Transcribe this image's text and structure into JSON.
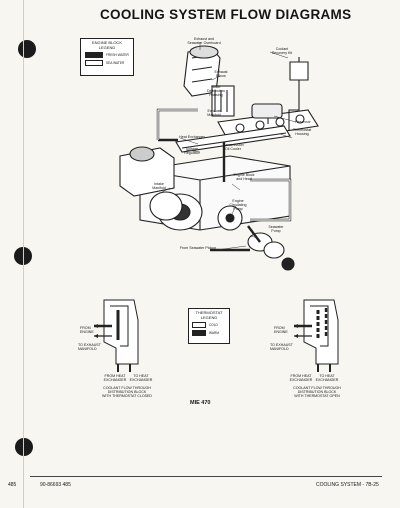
{
  "page": {
    "title": "COOLING SYSTEM FLOW DIAGRAMS",
    "figure_id": "MIE 470",
    "footer_left_number": "485",
    "footer_left_code": "90-86693 485",
    "footer_right": "COOLING SYSTEM - 7B-25"
  },
  "legend_engine": {
    "title_line1": "ENGINE BLOCK",
    "title_line2": "LEGEND",
    "fresh_water": "FRESH WATER",
    "sea_water": "SEA WATER"
  },
  "legend_thermostat": {
    "title_line1": "THERMOSTAT",
    "title_line2": "LEGEND",
    "cold": "COLD",
    "warm": "WARM"
  },
  "main_labels": {
    "exhaust_overboard_1": "Exhaust and",
    "exhaust_overboard_2": "Seawater Overboard",
    "coolant_recovery_1": "Coolant",
    "coolant_recovery_2": "Recovery Kit",
    "exhaust_elbow_1": "Exhaust",
    "exhaust_elbow_2": "Elbow",
    "water_dist_1": "Water",
    "water_dist_2": "Distribution",
    "water_dist_3": "Housing",
    "exhaust_manifold_1": "Exhaust",
    "exhaust_manifold_2": "Manifold",
    "reservoir": "Reservoir",
    "thermostat_housing_1": "Thermostat",
    "thermostat_housing_2": "Housing",
    "heat_exchanger": "Heat Exchanger",
    "trans_oil_cooler_1": "Transmission",
    "trans_oil_cooler_2": "Oil Cooler",
    "voltage_regulator_1": "Voltage",
    "voltage_regulator_2": "Regulator",
    "engine_block_1": "Engine Block",
    "engine_block_2": "and Head",
    "intake_manifold_1": "Intake",
    "intake_manifold_2": "Manifold",
    "engine_pump_1": "Engine",
    "engine_pump_2": "Circulating",
    "engine_pump_3": "Pump",
    "seawater_pump_1": "Seawater",
    "seawater_pump_2": "Pump",
    "from_pickup": "From Seawater Pickup"
  },
  "left_detail": {
    "from_engine_1": "FROM",
    "from_engine_2": "ENGINE",
    "to_exhaust_1": "TO EXHAUST",
    "to_exhaust_2": "MANIFOLD",
    "from_heat_1": "FROM HEAT",
    "from_heat_2": "EXCHANGER",
    "to_heat_1": "TO HEAT",
    "to_heat_2": "EXCHANGER",
    "caption_1": "COOLANT FLOW THROUGH",
    "caption_2": "DISTRIBUTION BLOCK",
    "caption_3": "WITH THERMOSTAT CLOSED"
  },
  "right_detail": {
    "from_engine_1": "FROM",
    "from_engine_2": "ENGINE",
    "to_exhaust_1": "TO EXHAUST",
    "to_exhaust_2": "MANIFOLD",
    "from_heat_1": "FROM HEAT",
    "from_heat_2": "EXCHANGER",
    "to_heat_1": "TO HEAT",
    "to_heat_2": "EXCHANGER",
    "caption_1": "COOLANT FLOW THROUGH",
    "caption_2": "DISTRIBUTION BLOCK",
    "caption_3": "WITH THERMOSTAT OPEN"
  }
}
